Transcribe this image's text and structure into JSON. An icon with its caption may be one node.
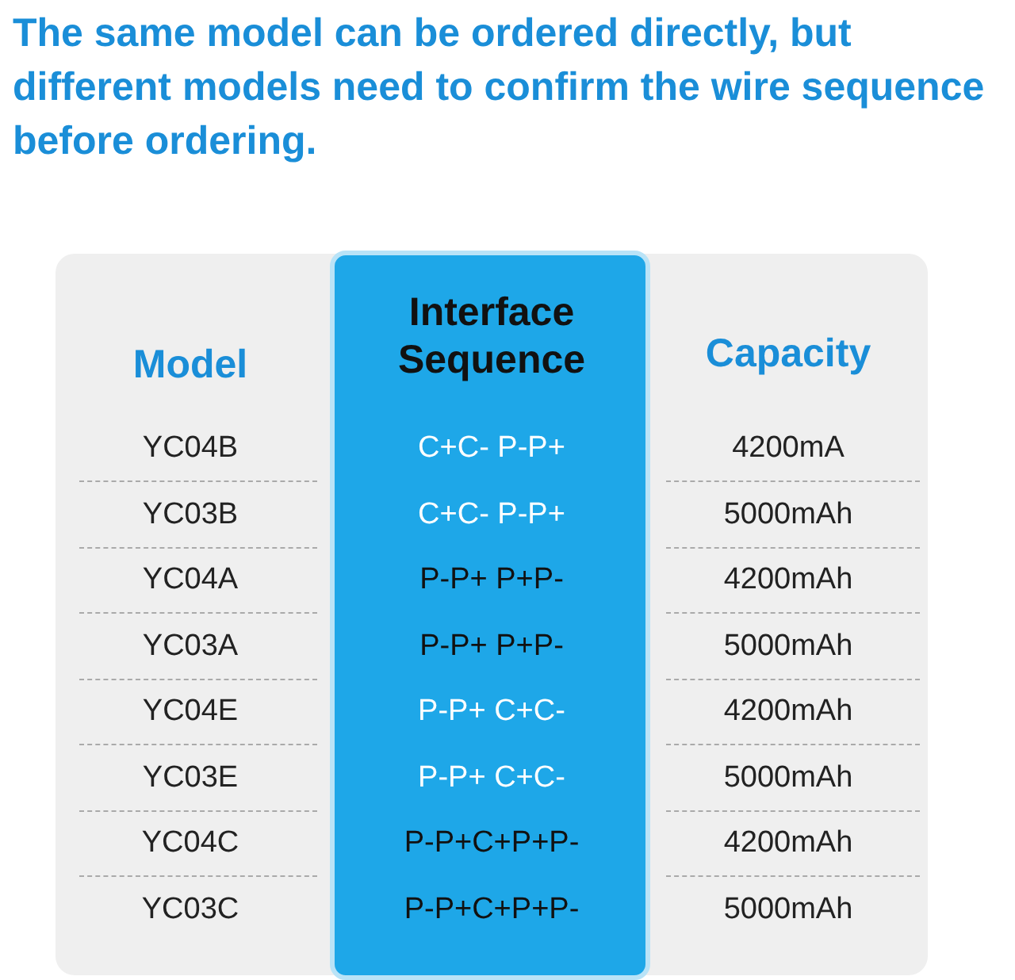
{
  "diagram": {
    "title": "The same model can be ordered directly, but different models need to confirm the wire sequence before ordering.",
    "labels": [
      "Model",
      "Interface Sequence",
      "Capacity",
      "YC04B",
      "C+C- P-P+",
      "4200mA",
      "YC03B",
      "C+C- P-P+",
      "5000mAh",
      "YC04A",
      "P-P+ P+P-",
      "4200mAh",
      "YC03A",
      "P-P+ P+P-",
      "5000mAh",
      "YC04E",
      "P-P+ C+C-",
      "4200mAh",
      "YC03E",
      "P-P+ C+C-",
      "5000mAh",
      "YC04C",
      "P-P+C+P+P-",
      "4200mAh",
      "YC03C",
      "P-P+C+P+P-",
      "5000mAh"
    ]
  }
}
